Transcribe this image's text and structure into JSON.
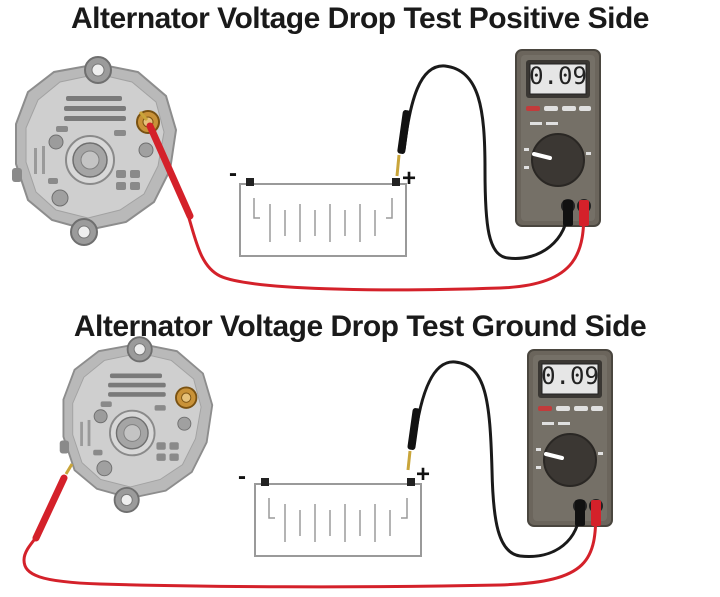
{
  "diagram": {
    "top": {
      "title": "Alternator Voltage Drop Test Positive Side",
      "meter_reading": "0.09",
      "battery_negative_label": "-",
      "battery_positive_label": "+"
    },
    "bottom": {
      "title": "Alternator Voltage Drop Test Ground Side",
      "meter_reading": "0.09",
      "battery_negative_label": "-",
      "battery_positive_label": "+"
    }
  },
  "colors": {
    "meter_body": "#6b655c",
    "lcd_background": "#e6e6e6",
    "red_lead": "#d4212a",
    "black_lead": "#1a1a1a",
    "alternator_grey": "#b9b9b9",
    "terminal_gold": "#b8862b"
  },
  "icons": [
    "alternator-icon",
    "battery-icon",
    "multimeter-icon"
  ]
}
